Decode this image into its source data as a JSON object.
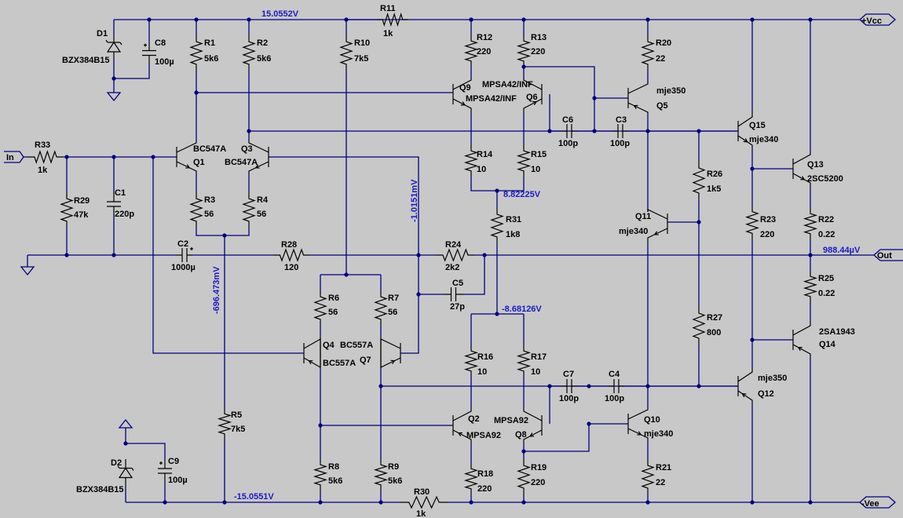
{
  "colors": {
    "background": "#c8c8c8",
    "wire": "#000080",
    "component": "#000000",
    "voltage_label": "#1a1ac8"
  },
  "net_labels": {
    "vcc": "15.0552V",
    "vee": "-15.0551V",
    "n1": "8.82225V",
    "n2": "-8.68126V",
    "n3": "-1.0151mV",
    "n4": "-696.473mV",
    "out": "988.44µV"
  },
  "ports": {
    "in": "In",
    "out": "Out",
    "vcc": "+Vcc",
    "vee": "-Vee"
  },
  "resistors": [
    {
      "name": "R1",
      "value": "5k6"
    },
    {
      "name": "R2",
      "value": "5k6"
    },
    {
      "name": "R3",
      "value": "56"
    },
    {
      "name": "R4",
      "value": "56"
    },
    {
      "name": "R5",
      "value": "7k5"
    },
    {
      "name": "R6",
      "value": "56"
    },
    {
      "name": "R7",
      "value": "56"
    },
    {
      "name": "R8",
      "value": "5k6"
    },
    {
      "name": "R9",
      "value": "5k6"
    },
    {
      "name": "R10",
      "value": "7k5"
    },
    {
      "name": "R11",
      "value": "1k"
    },
    {
      "name": "R12",
      "value": "220"
    },
    {
      "name": "R13",
      "value": "220"
    },
    {
      "name": "R14",
      "value": "10"
    },
    {
      "name": "R15",
      "value": "10"
    },
    {
      "name": "R16",
      "value": "10"
    },
    {
      "name": "R17",
      "value": "10"
    },
    {
      "name": "R18",
      "value": "220"
    },
    {
      "name": "R19",
      "value": "220"
    },
    {
      "name": "R20",
      "value": "22"
    },
    {
      "name": "R21",
      "value": "22"
    },
    {
      "name": "R22",
      "value": "0.22"
    },
    {
      "name": "R23",
      "value": "220"
    },
    {
      "name": "R24",
      "value": "2k2"
    },
    {
      "name": "R25",
      "value": "0.22"
    },
    {
      "name": "R26",
      "value": "1k5"
    },
    {
      "name": "R27",
      "value": "800"
    },
    {
      "name": "R28",
      "value": "120"
    },
    {
      "name": "R29",
      "value": "47k"
    },
    {
      "name": "R30",
      "value": "1k"
    },
    {
      "name": "R31",
      "value": "1k8"
    },
    {
      "name": "R33",
      "value": "1k"
    }
  ],
  "capacitors": [
    {
      "name": "C1",
      "value": "220p"
    },
    {
      "name": "C2",
      "value": "1000µ"
    },
    {
      "name": "C3",
      "value": "100p"
    },
    {
      "name": "C4",
      "value": "100p"
    },
    {
      "name": "C5",
      "value": "27p"
    },
    {
      "name": "C6",
      "value": "100p"
    },
    {
      "name": "C7",
      "value": "100p"
    },
    {
      "name": "C8",
      "value": "100µ"
    },
    {
      "name": "C9",
      "value": "100µ"
    }
  ],
  "diodes": [
    {
      "name": "D1",
      "value": "BZX384B15"
    },
    {
      "name": "D2",
      "value": "BZX384B15"
    }
  ],
  "transistors": [
    {
      "name": "Q1",
      "model": "BC547A"
    },
    {
      "name": "Q3",
      "model": "BC547A"
    },
    {
      "name": "Q4",
      "model": "BC557A"
    },
    {
      "name": "Q7",
      "model": "BC557A"
    },
    {
      "name": "Q9",
      "model": "MPSA42/INF"
    },
    {
      "name": "Q6",
      "model": "MPSA42/INF"
    },
    {
      "name": "Q2",
      "model": "MPSA92"
    },
    {
      "name": "Q8",
      "model": "MPSA92"
    },
    {
      "name": "Q5",
      "model": "mje350"
    },
    {
      "name": "Q11",
      "model": "mje340"
    },
    {
      "name": "Q15",
      "model": "mje340"
    },
    {
      "name": "Q10",
      "model": "mje340"
    },
    {
      "name": "Q12",
      "model": "mje350"
    },
    {
      "name": "Q13",
      "model": "2SC5200"
    },
    {
      "name": "Q14",
      "model": "2SA1943"
    }
  ]
}
